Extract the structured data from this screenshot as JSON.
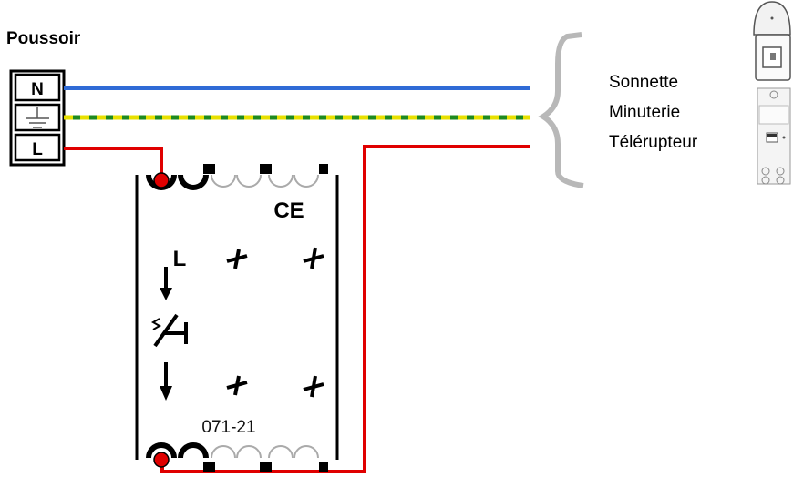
{
  "title": "Poussoir",
  "terminals": [
    "N",
    "",
    "L"
  ],
  "loads": [
    "Sonnette",
    "Minuterie",
    "Télérupteur"
  ],
  "device": {
    "marking": "CE",
    "reference": "071-21",
    "terminal_label": "L"
  },
  "colors": {
    "neutral": "#2f6bd6",
    "earth_green": "#1e8a1e",
    "earth_yellow": "#e8e000",
    "phase": "#e00000",
    "brace": "#b8b8b8",
    "outline": "#000000"
  }
}
